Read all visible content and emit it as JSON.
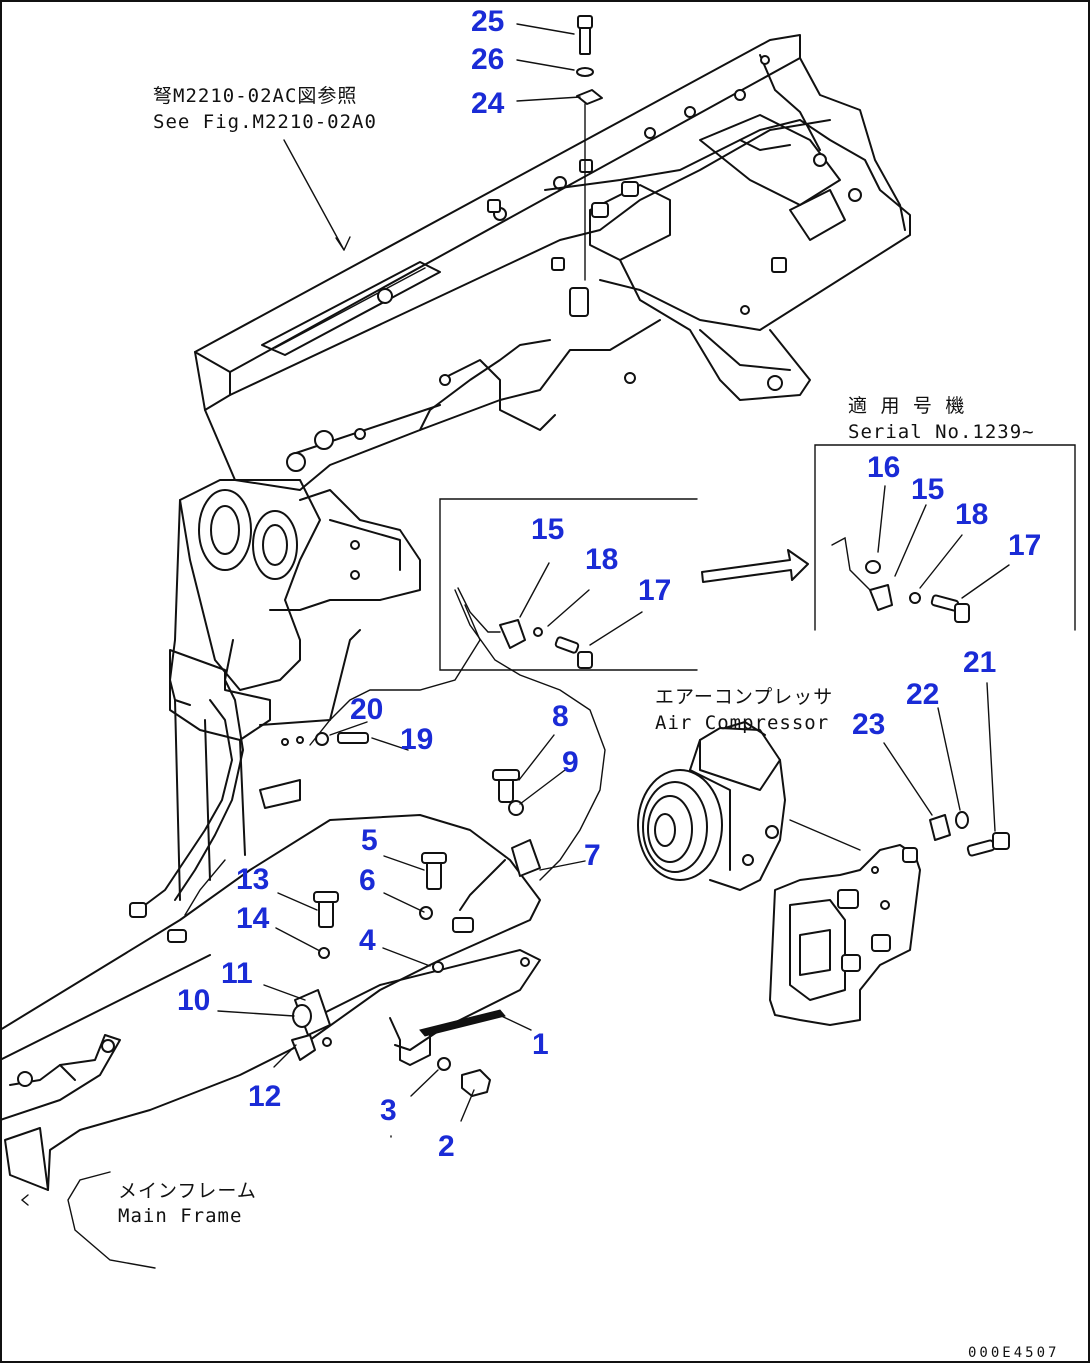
{
  "notes": {
    "see_fig_jp": "弩M2210-02AC図参照",
    "see_fig_en": "See Fig.M2210-02A0",
    "serial_jp": "適 用 号 機",
    "serial_en": "Serial No.1239~",
    "compressor_jp": "エアーコンプレッサ",
    "compressor_en": "Air Compressor",
    "frame_jp": "メインフレーム",
    "frame_en": "Main Frame",
    "drawing_code": "000E4507"
  },
  "callouts": [
    {
      "id": "c25",
      "label": "25"
    },
    {
      "id": "c26",
      "label": "26"
    },
    {
      "id": "c24",
      "label": "24"
    },
    {
      "id": "c16",
      "label": "16"
    },
    {
      "id": "c15b",
      "label": "15"
    },
    {
      "id": "c18b",
      "label": "18"
    },
    {
      "id": "c17b",
      "label": "17"
    },
    {
      "id": "c15a",
      "label": "15"
    },
    {
      "id": "c18a",
      "label": "18"
    },
    {
      "id": "c17a",
      "label": "17"
    },
    {
      "id": "c21",
      "label": "21"
    },
    {
      "id": "c22",
      "label": "22"
    },
    {
      "id": "c23",
      "label": "23"
    },
    {
      "id": "c20",
      "label": "20"
    },
    {
      "id": "c19",
      "label": "19"
    },
    {
      "id": "c8",
      "label": "8"
    },
    {
      "id": "c9",
      "label": "9"
    },
    {
      "id": "c5",
      "label": "5"
    },
    {
      "id": "c6",
      "label": "6"
    },
    {
      "id": "c7",
      "label": "7"
    },
    {
      "id": "c13",
      "label": "13"
    },
    {
      "id": "c14",
      "label": "14"
    },
    {
      "id": "c4",
      "label": "4"
    },
    {
      "id": "c11",
      "label": "11"
    },
    {
      "id": "c10",
      "label": "10"
    },
    {
      "id": "c1",
      "label": "1"
    },
    {
      "id": "c12",
      "label": "12"
    },
    {
      "id": "c3",
      "label": "3"
    },
    {
      "id": "c2",
      "label": "2"
    }
  ]
}
